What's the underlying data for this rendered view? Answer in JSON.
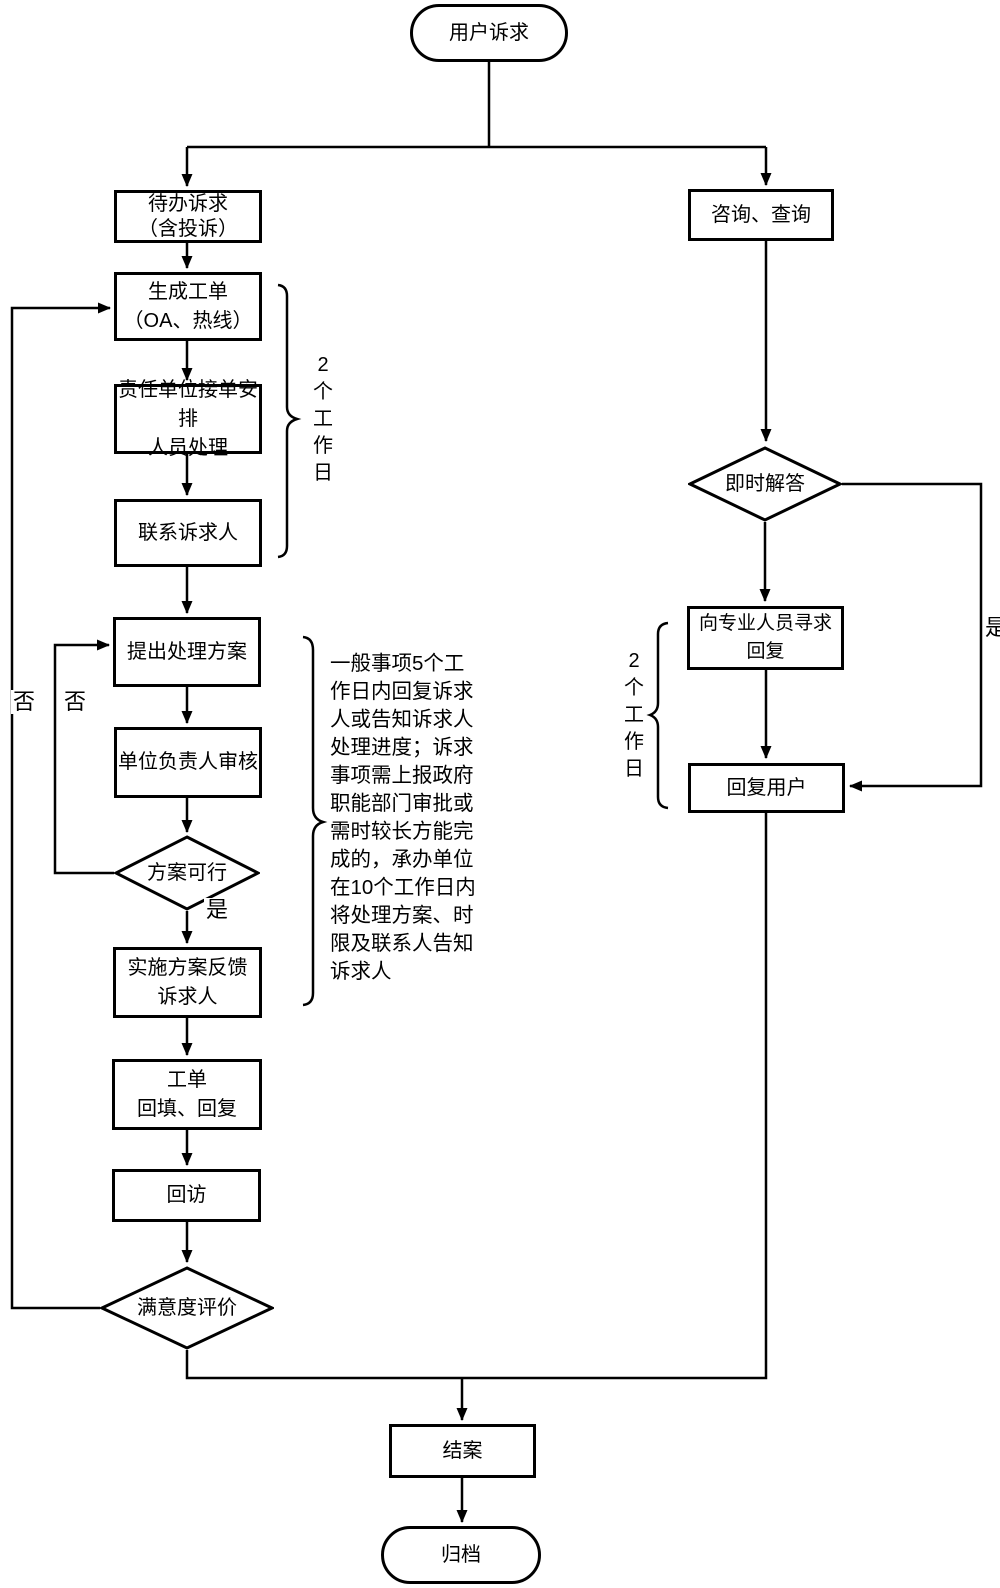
{
  "diagram": {
    "colors": {
      "line": "#000000",
      "background": "#ffffff"
    },
    "nodes": {
      "start": {
        "label": "用户诉求"
      },
      "pending": {
        "label": [
          "待办诉求",
          "（含投诉）"
        ]
      },
      "ticket": {
        "label": [
          "生成工单",
          "（OA、热线）"
        ]
      },
      "assign": {
        "label": [
          "责任单位接单安排",
          "人员处理"
        ]
      },
      "contact": {
        "label": "联系诉求人"
      },
      "propose": {
        "label": "提出处理方案"
      },
      "review": {
        "label": "单位负责人审核"
      },
      "feasible": {
        "label": "方案可行"
      },
      "implement": {
        "label": [
          "实施方案反馈",
          "诉求人"
        ]
      },
      "fill": {
        "label": [
          "工单",
          "回填、回复"
        ]
      },
      "revisit": {
        "label": "回访"
      },
      "satisfaction": {
        "label": "满意度评价"
      },
      "close": {
        "label": "结案"
      },
      "archive": {
        "label": "归档"
      },
      "consult": {
        "label": "咨询、查询"
      },
      "instant": {
        "label": "即时解答"
      },
      "professional": {
        "label": "向专业人员寻求回复"
      },
      "reply": {
        "label": "回复用户"
      }
    },
    "edge_labels": {
      "feasible_yes": "是",
      "feasible_no": "否",
      "satisfaction_no": "否",
      "instant_yes": "是"
    },
    "braces": {
      "left_duration": "2个工作日",
      "right_duration": "2个工作日"
    },
    "annotation": {
      "lines": [
        "一般事项5个工",
        "作日内回复诉求",
        "人或告知诉求人",
        "处理进度；诉求",
        "事项需上报政府",
        "职能部门审批或",
        "需时较长方能完",
        "成的，承办单位",
        "在10个工作日内",
        "将处理方案、时",
        "限及联系人告知",
        "诉求人"
      ]
    }
  }
}
